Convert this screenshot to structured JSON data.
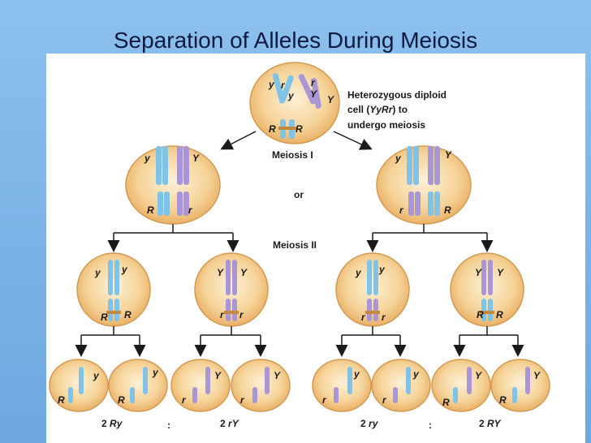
{
  "title": "Separation of Alleles During Meiosis",
  "parent_cell": {
    "caption_line1": "Heterozygous diploid",
    "caption_line2_prefix": "cell (",
    "caption_line2_genotype": "YyRr",
    "caption_line2_suffix": ") to",
    "caption_line3": "undergo meiosis",
    "labels": [
      "y",
      "r",
      "y",
      "Y",
      "Y",
      "r",
      "R",
      "R"
    ]
  },
  "stage_labels": {
    "meiosis1": "Meiosis I",
    "or": "or",
    "meiosis2": "Meiosis II"
  },
  "meiosis1_left": {
    "labels": [
      "y",
      "Y",
      "R",
      "r"
    ]
  },
  "meiosis1_right": {
    "labels": [
      "y",
      "Y",
      "r",
      "R"
    ]
  },
  "meiosis2_cells": [
    {
      "labels": [
        "y",
        "y",
        "R",
        "R"
      ]
    },
    {
      "labels": [
        "Y",
        "Y",
        "r",
        "r"
      ]
    },
    {
      "labels": [
        "y",
        "y",
        "r",
        "r"
      ]
    },
    {
      "labels": [
        "Y",
        "Y",
        "R",
        "R"
      ]
    }
  ],
  "gametes": [
    {
      "top": "y",
      "bottom": "R"
    },
    {
      "top": "y",
      "bottom": "R"
    },
    {
      "top": "Y",
      "bottom": "r"
    },
    {
      "top": "Y",
      "bottom": "r"
    },
    {
      "top": "y",
      "bottom": "r"
    },
    {
      "top": "y",
      "bottom": "r"
    },
    {
      "top": "Y",
      "bottom": "R"
    },
    {
      "top": "Y",
      "bottom": "R"
    }
  ],
  "ratios": {
    "r1_count": "2",
    "r1_genotype": "Ry",
    "sep1": ":",
    "r2_count": "2",
    "r2_genotype": "rY",
    "r3_count": "2",
    "r3_genotype": "ry",
    "sep2": ":",
    "r4_count": "2",
    "r4_genotype": "RY"
  },
  "colors": {
    "cell_fill": "#f2c57c",
    "cell_center": "#fbe7c2",
    "chromosome_blue": "#7fc3e8",
    "chromosome_purple": "#a896d6",
    "centromere": "#c4873e",
    "arrow": "#1a1a1a"
  }
}
